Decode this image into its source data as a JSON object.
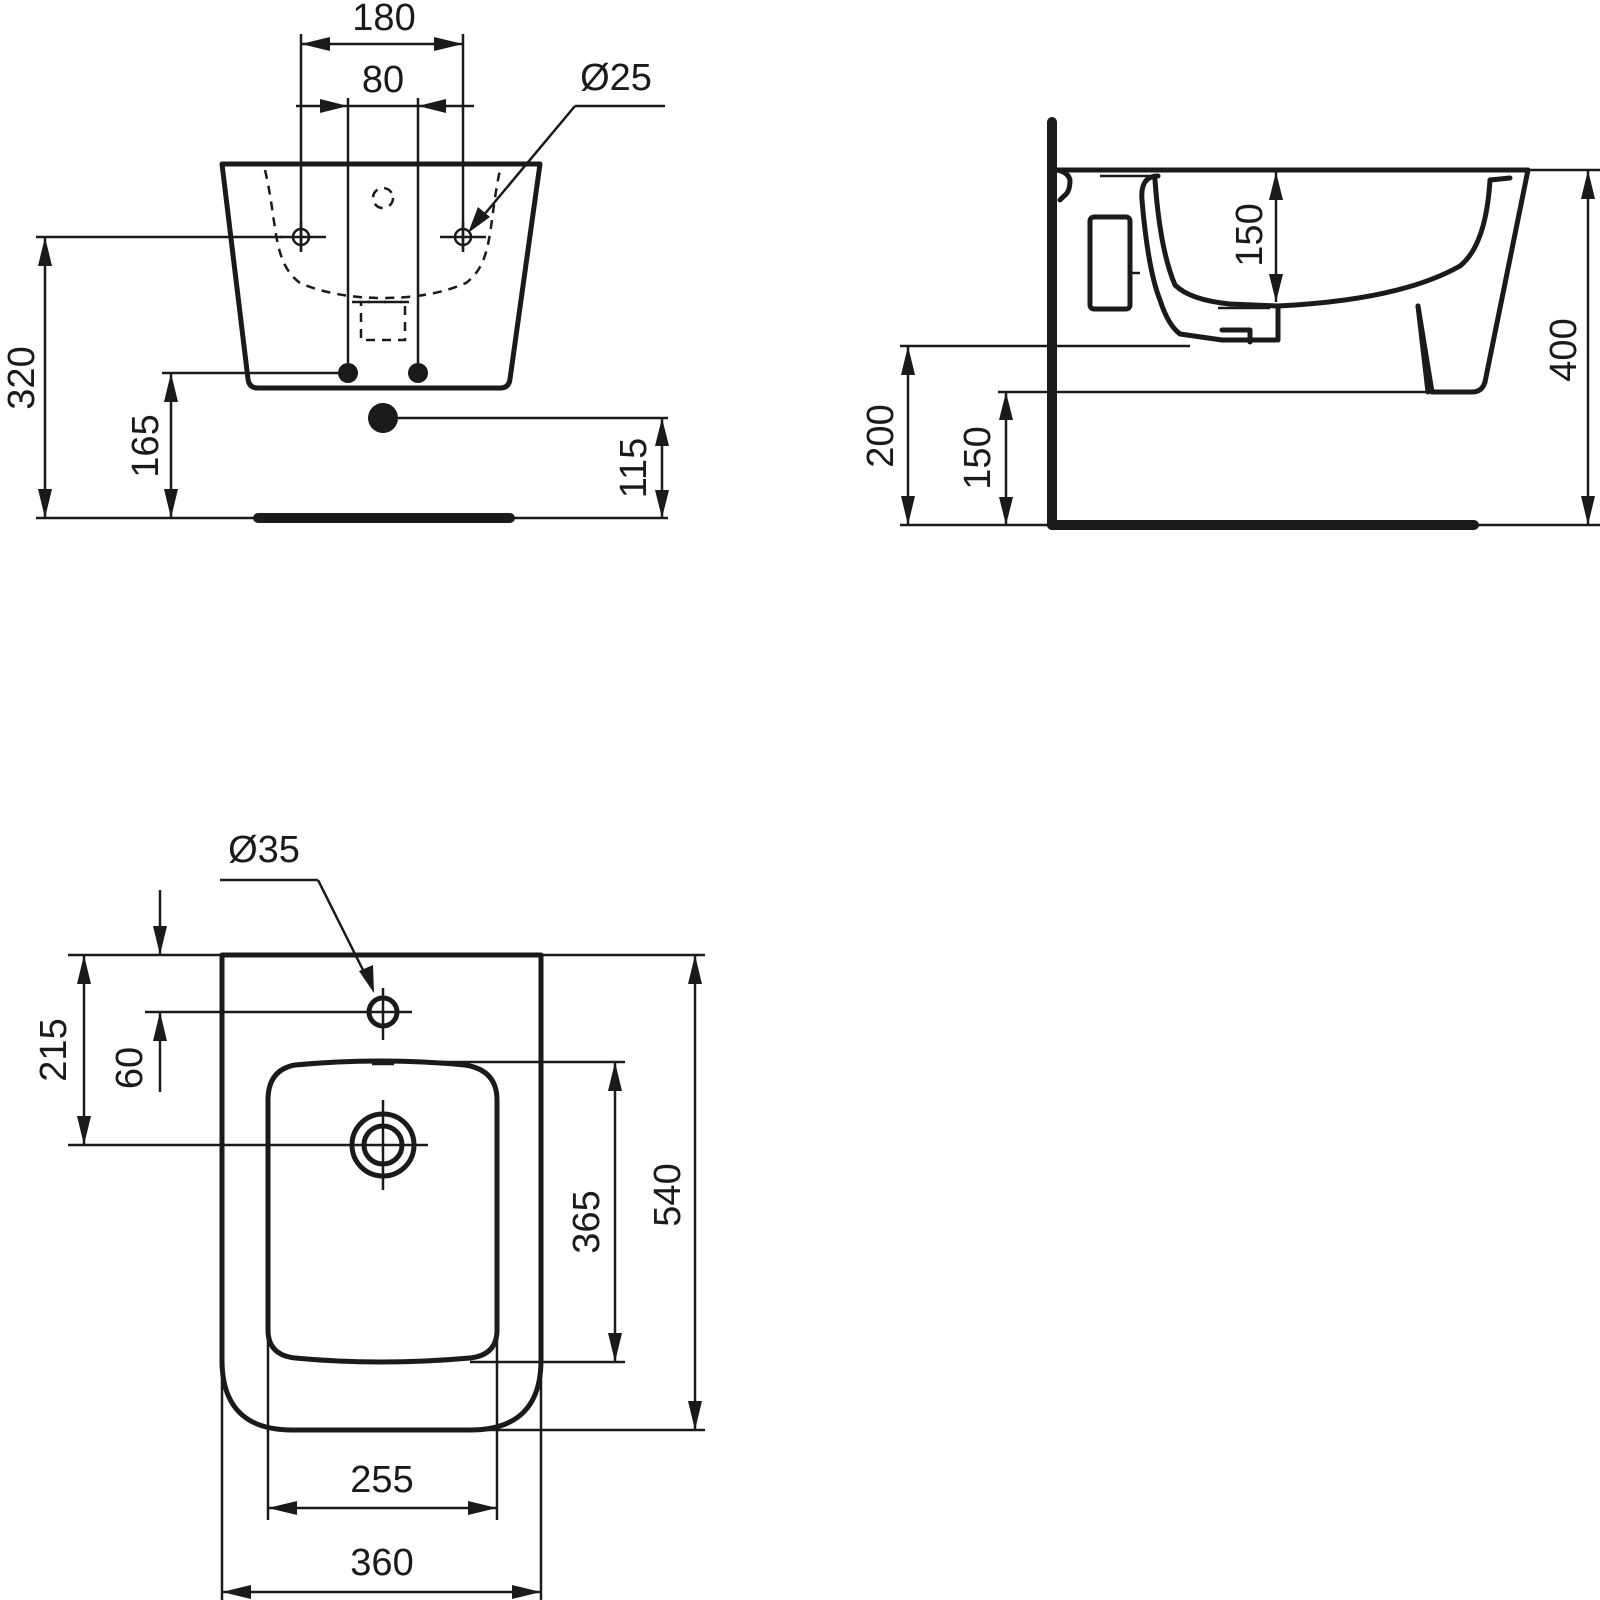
{
  "colors": {
    "line": "#1a1a1a",
    "background": "#ffffff"
  },
  "front_view": {
    "dim_180": "180",
    "dim_80": "80",
    "dim_d25": "Ø25",
    "dim_320": "320",
    "dim_165": "165",
    "dim_115": "115"
  },
  "side_view": {
    "dim_150_bowl": "150",
    "dim_400": "400",
    "dim_200": "200",
    "dim_150_floor": "150"
  },
  "top_view": {
    "dim_d35": "Ø35",
    "dim_215": "215",
    "dim_60": "60",
    "dim_365": "365",
    "dim_540": "540",
    "dim_255": "255",
    "dim_360": "360"
  }
}
